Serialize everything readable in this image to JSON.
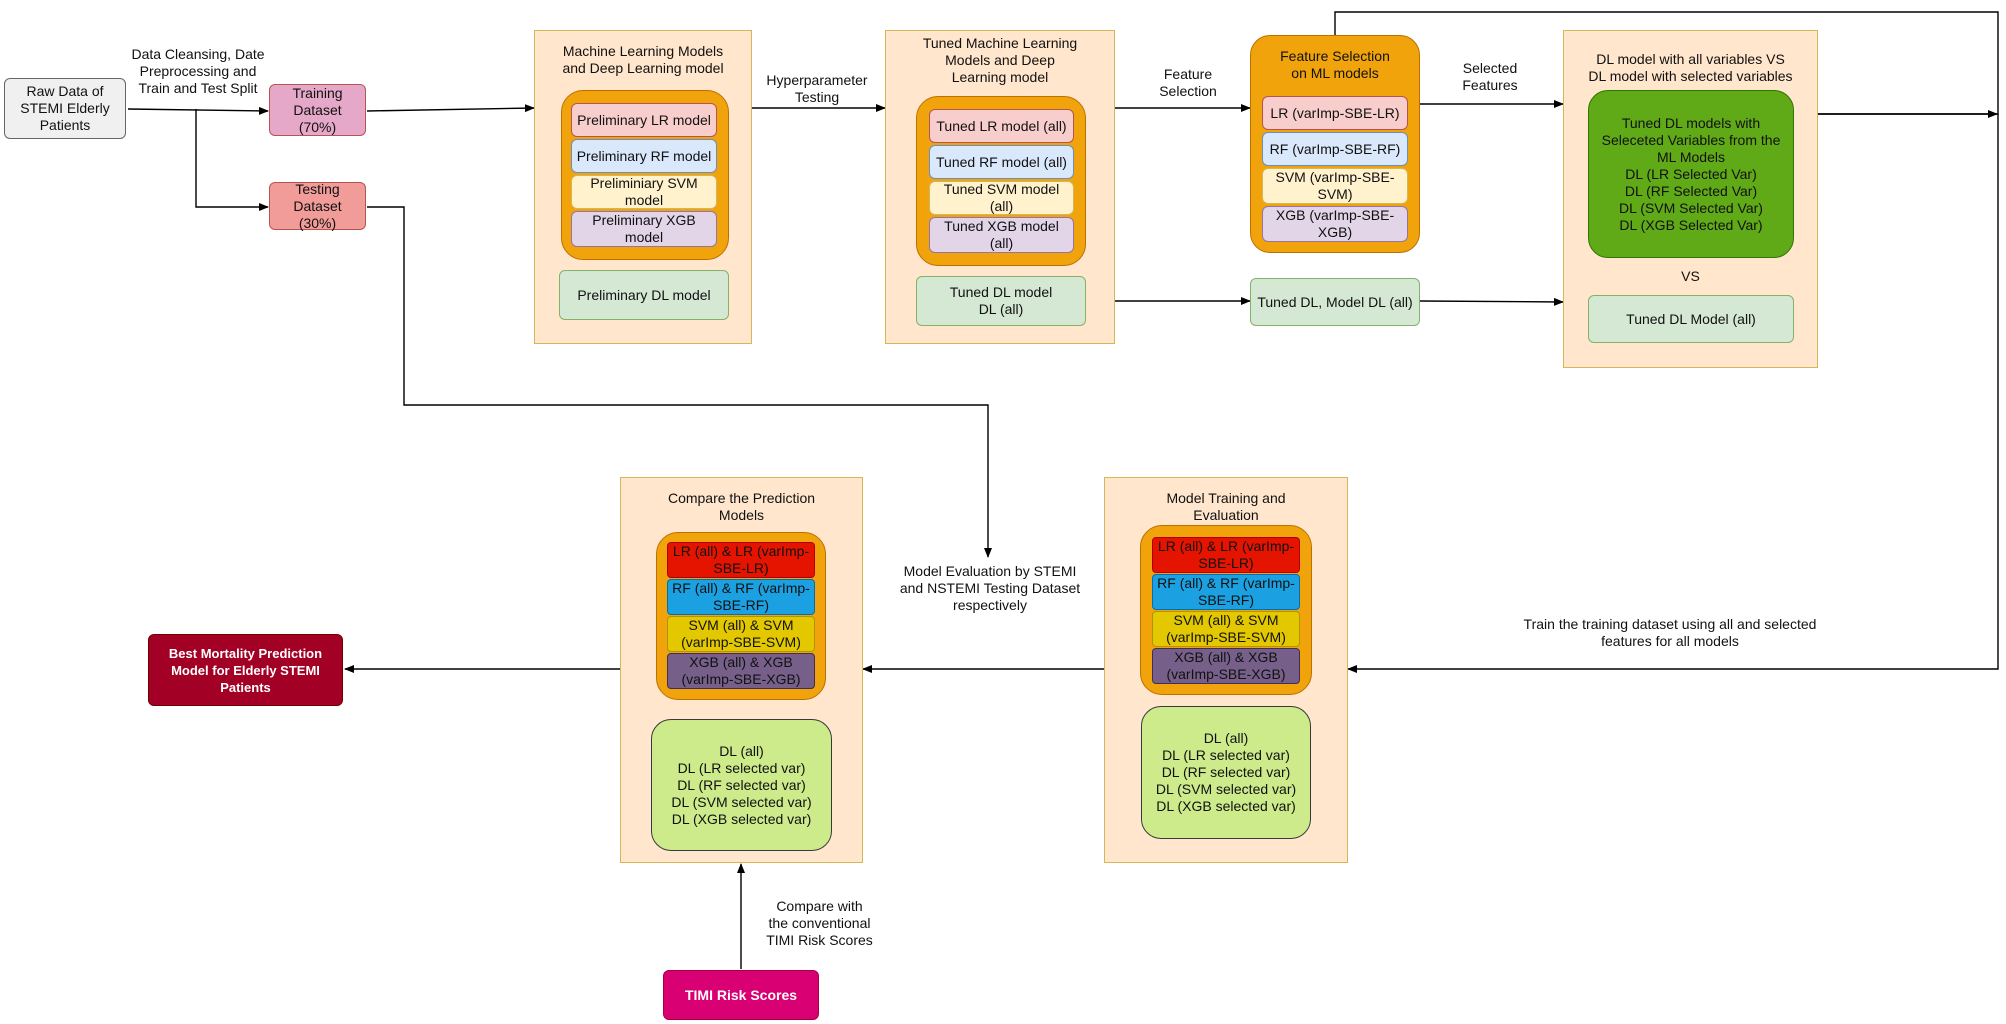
{
  "raw": "Raw Data of\nSTEMI Elderly\nPatients",
  "train": "Training\nDataset (70%)",
  "test": "Testing\nDataset (30%)",
  "edge_cleansing": "Data Cleansing, Date\nPreprocessing and\nTrain and Test Split",
  "p1": {
    "title": "Machine Learning Models\nand Deep Learning model",
    "lr": "Preliminary LR model",
    "rf": "Preliminary RF model",
    "svm": "Preliminiary SVM\nmodel",
    "xgb": "Preliminary XGB\nmodel",
    "dl": "Preliminary DL model"
  },
  "edge_hyper": "Hyperparameter\nTesting",
  "p2": {
    "title": "Tuned Machine Learning\nModels and Deep\nLearning model",
    "lr": "Tuned LR model (all)",
    "rf": "Tuned RF model (all)",
    "svm": "Tuned SVM model\n(all)",
    "xgb": "Tuned XGB model\n(all)",
    "dl": "Tuned DL model\nDL (all)"
  },
  "edge_feature": "Feature\nSelection",
  "fs": {
    "title": "Feature Selection\non ML models",
    "lr": "LR (varImp-SBE-LR)",
    "rf": "RF (varImp-SBE-RF)",
    "svm": "SVM (varImp-SBE-\nSVM)",
    "xgb": "XGB (varImp-SBE-\nXGB)"
  },
  "tuned_dl_all": "Tuned DL, Model DL (all)",
  "edge_selected": "Selected\nFeatures",
  "p3": {
    "title": "DL model with all variables VS\nDL model with selected variables",
    "green": "Tuned DL models with\nSeleceted Variables from the\nML Models\nDL (LR Selected Var)\nDL (RF Selected Var)\nDL (SVM Selected Var)\nDL (XGB Selected Var)",
    "vs": "VS",
    "dl": "Tuned DL Model (all)"
  },
  "edge_train": "Train the training dataset using all and selected\nfeatures for all models",
  "p4": {
    "title": "Model Training and\nEvaluation",
    "lr": "LR (all) & LR (varImp-\nSBE-LR)",
    "rf": "RF (all) & RF (varImp-\nSBE-RF)",
    "svm": "SVM (all) & SVM\n(varImp-SBE-SVM)",
    "xgb": "XGB (all) & XGB\n(varImp-SBE-XGB)",
    "dl": "DL (all)\nDL (LR selected var)\nDL (RF selected var)\nDL (SVM selected var)\nDL (XGB selected var)"
  },
  "edge_eval": "Model Evaluation by STEMI\nand NSTEMI Testing Dataset\nrespectively",
  "p5": {
    "title": "Compare the Prediction\nModels",
    "lr": "LR (all) & LR (varImp-\nSBE-LR)",
    "rf": "RF (all) & RF (varImp-\nSBE-RF)",
    "svm": "SVM (all) & SVM\n(varImp-SBE-SVM)",
    "xgb": "XGB (all) & XGB\n(varImp-SBE-XGB)",
    "dl": "DL (all)\nDL (LR selected var)\nDL (RF selected var)\nDL (SVM selected var)\nDL (XGB selected var)"
  },
  "best": "Best Mortality Prediction\nModel for Elderly STEMI\nPatients",
  "timi": "TIMI Risk Scores",
  "edge_timi": "Compare with\nthe conventional\nTIMI Risk Scores",
  "colors": {
    "panel": "#ffe6cc",
    "orange": "#f0a30a",
    "lr_light": "#f8cecc",
    "rf_light": "#dae8fc",
    "svm_light": "#fff2cc",
    "xgb_light": "#e1d5e7",
    "dl_light": "#d5e8d4",
    "lr_strong": "#e51400",
    "rf_strong": "#1ba1e2",
    "svm_strong": "#e3c800",
    "xgb_strong": "#76608a",
    "dl_lime": "#cdeb8b",
    "dark_green": "#60a917",
    "best": "#a20025",
    "timi": "#d80073"
  }
}
